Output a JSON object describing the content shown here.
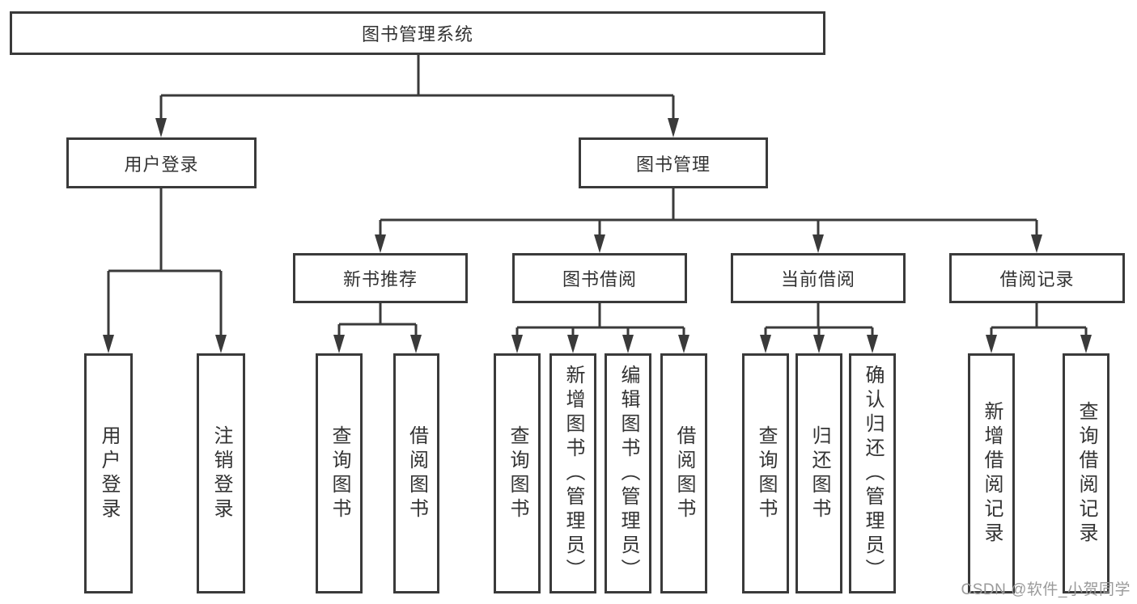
{
  "diagram": {
    "root": "图书管理系统",
    "level2": {
      "user_login": "用户登录",
      "book_management": "图书管理"
    },
    "level3": {
      "new_book_recommend": "新书推荐",
      "book_borrow": "图书借阅",
      "current_borrow": "当前借阅",
      "borrow_record": "借阅记录"
    },
    "leaves": {
      "user_login": "用户登录",
      "logout": "注销登录",
      "query_books_a": "查询图书",
      "borrow_books_a": "借阅图书",
      "query_books_b": "查询图书",
      "add_book_admin": "新增图书（管理员）",
      "edit_book_admin": "编辑图书（管理员）",
      "borrow_books_b": "借阅图书",
      "query_books_c": "查询图书",
      "return_book": "归还图书",
      "confirm_return_admin": "确认归还（管理员）",
      "add_borrow_record": "新增借阅记录",
      "query_borrow_record": "查询借阅记录"
    }
  },
  "watermark": "CSDN @软件_小贺同学",
  "colors": {
    "line": "#3a3a3a",
    "text": "#333333",
    "watermark": "#9a9a9a",
    "background": "#ffffff"
  }
}
